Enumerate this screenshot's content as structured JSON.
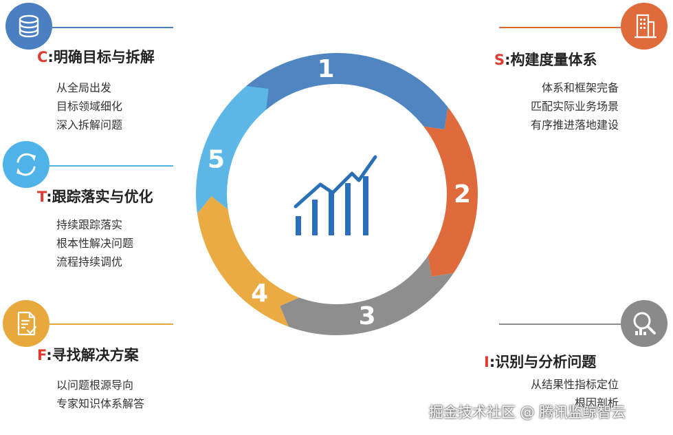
{
  "steps": {
    "c": {
      "letter": "C",
      "title": "明确目标与拆解",
      "items": [
        "从全局出发",
        "目标领域细化",
        "深入拆解问题"
      ],
      "icon": "database-icon",
      "color": "#4a7fc1"
    },
    "t": {
      "letter": "T",
      "title": "跟踪落实与优化",
      "items": [
        "持续跟踪落实",
        "根本性解决问题",
        "流程持续调优"
      ],
      "icon": "refresh-icon",
      "color": "#4fb3e8"
    },
    "f": {
      "letter": "F",
      "title": "寻找解决方案",
      "items": [
        "以问题根源导向",
        "专家知识体系解答"
      ],
      "icon": "document-check-icon",
      "color": "#e8a93c"
    },
    "s": {
      "letter": "S",
      "title": "构建度量体系",
      "items": [
        "体系和框架完备",
        "匹配实际业务场景",
        "有序推进落地建设"
      ],
      "icon": "building-icon",
      "color": "#e06b3a"
    },
    "i": {
      "letter": "I",
      "title": "识别与分析问题",
      "items": [
        "从结果性指标定位",
        "根因剖析"
      ],
      "icon": "magnifier-chart-icon",
      "color": "#8a8a8a"
    }
  },
  "ring": {
    "numbers": [
      "1",
      "2",
      "3",
      "4",
      "5"
    ],
    "colors": [
      "#4f86c2",
      "#df6b3c",
      "#8e8e8e",
      "#ebab43",
      "#5cb7e6"
    ]
  },
  "center_icon": "growth-chart-icon",
  "center_color": "#2a6fb8",
  "letter_color": "#e03a2f",
  "separator": ":",
  "watermark": "掘金技术社区 @ 腾讯监鲸智云"
}
